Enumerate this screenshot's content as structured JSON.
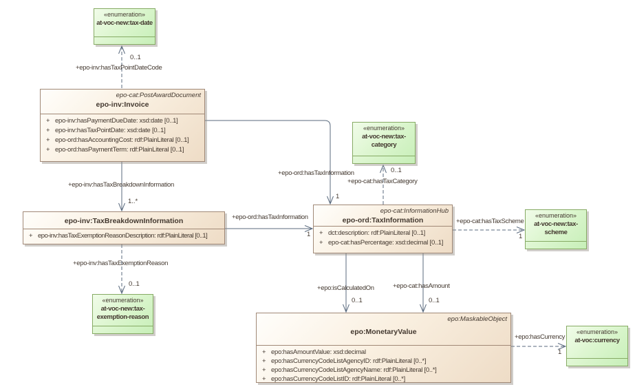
{
  "colors": {
    "class_border": "#a08876",
    "class_fill": "#f3e4d0",
    "enum_border": "#86aa64",
    "enum_fill": "#d9f5cc",
    "connector_line": "#5a6a7e",
    "text": "#43382f"
  },
  "classes": {
    "invoice": {
      "stereotype": "epo-cat:PostAwardDocument",
      "name": "epo-inv:Invoice",
      "attributes": [
        {
          "vis": "+",
          "text": "epo-inv:hasPaymentDueDate: xsd:date [0..1]"
        },
        {
          "vis": "+",
          "text": "epo-inv:hasTaxPointDate: xsd:date [0..1]"
        },
        {
          "vis": "+",
          "text": "epo-ord:hasAccountingCost: rdf:PlainLiteral [0..1]"
        },
        {
          "vis": "+",
          "text": "epo-ord:hasPaymentTerm: rdf:PlainLiteral [0..1]"
        }
      ]
    },
    "tax_breakdown_information": {
      "name": "epo-inv:TaxBreakdownInformation",
      "attributes": [
        {
          "vis": "+",
          "text": "epo-inv:hasTaxExemptionReasonDescription: rdf:PlainLiteral [0..1]"
        }
      ]
    },
    "tax_information": {
      "stereotype": "epo-cat:InformationHub",
      "name": "epo-ord:TaxInformation",
      "attributes": [
        {
          "vis": "+",
          "text": "dct:description: rdf:PlainLiteral [0..1]"
        },
        {
          "vis": "+",
          "text": "epo-cat:hasPercentage: xsd:decimal [0..1]"
        }
      ]
    },
    "monetary_value": {
      "stereotype": "epo:MaskableObject",
      "name": "epo:MonetaryValue",
      "attributes": [
        {
          "vis": "+",
          "text": "epo:hasAmountValue: xsd:decimal"
        },
        {
          "vis": "+",
          "text": "epo:hasCurrencyCodeListAgencyID: rdf:PlainLiteral [0..*]"
        },
        {
          "vis": "+",
          "text": "epo:hasCurrencyCodeListAgencyName: rdf:PlainLiteral [0..*]"
        },
        {
          "vis": "+",
          "text": "epo:hasCurrencyCodeListID: rdf:PlainLiteral [0..*]"
        }
      ]
    }
  },
  "enums": {
    "tax_date": {
      "stereotype": "«enumeration»",
      "name": "at-voc-new:tax-date"
    },
    "tax_category": {
      "stereotype": "«enumeration»",
      "name": "at-voc-new:tax-category"
    },
    "tax_scheme": {
      "stereotype": "«enumeration»",
      "name": "at-voc-new:tax-scheme"
    },
    "tax_exemption_reason": {
      "stereotype": "«enumeration»",
      "name": "at-voc-new:tax-exemption-reason"
    },
    "currency": {
      "stereotype": "«enumeration»",
      "name": "at-voc:currency"
    }
  },
  "connectors": {
    "has_tax_point_date_code": {
      "label": "+epo-inv:hasTaxPointDateCode",
      "multiplicity": "0..1"
    },
    "has_tax_breakdown_information": {
      "label": "+epo-inv:hasTaxBreakdownInformation",
      "multiplicity": "1..*"
    },
    "has_tax_exemption_reason": {
      "label": "+epo-inv:hasTaxExemptionReason",
      "multiplicity": "0..1"
    },
    "invoice_has_tax_information": {
      "label": "+epo-ord:hasTaxInformation",
      "multiplicity": "1"
    },
    "breakdown_has_tax_information": {
      "label": "+epo-ord:hasTaxInformation",
      "multiplicity": "1"
    },
    "has_tax_category": {
      "label": "+epo-cat:hasTaxCategory",
      "multiplicity": "0..1"
    },
    "has_tax_scheme": {
      "label": "+epo-cat:hasTaxScheme",
      "multiplicity": "1"
    },
    "is_calculated_on": {
      "label": "+epo:isCalculatedOn",
      "multiplicity": "0..1"
    },
    "has_amount": {
      "label": "+epo-cat:hasAmount",
      "multiplicity": "0..1"
    },
    "has_currency": {
      "label": "+epo:hasCurrency",
      "multiplicity": "1"
    }
  }
}
